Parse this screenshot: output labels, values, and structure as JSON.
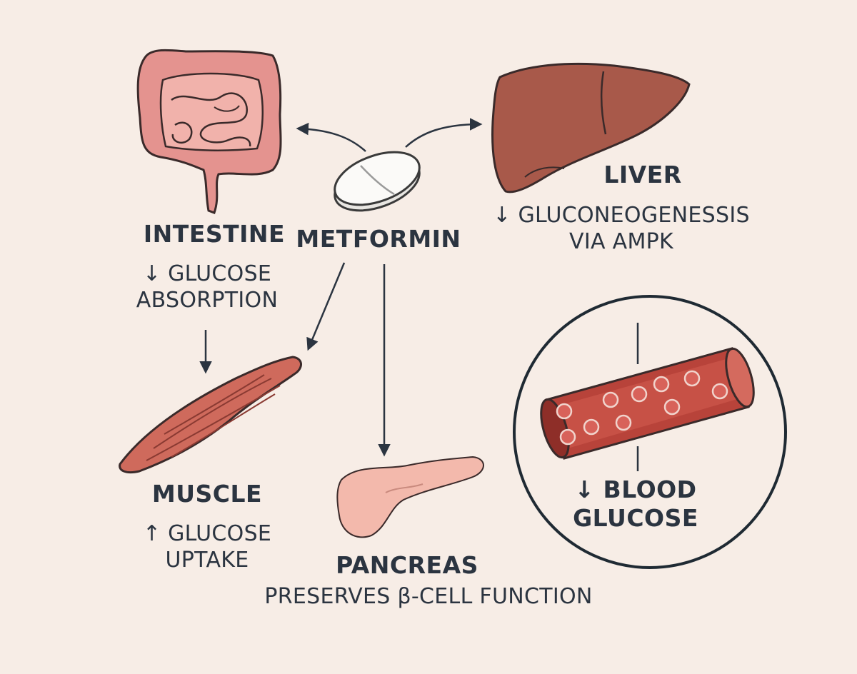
{
  "colors": {
    "background": "#f7ede6",
    "text": "#2b3440",
    "intestine": "#e4938f",
    "liver": "#a8594a",
    "muscle": "#cf6a5c",
    "pancreas": "#f3b9ac",
    "vessel": "#b8433a"
  },
  "center": {
    "title": "METFORMIN",
    "icon": "pill-icon"
  },
  "intestine": {
    "title": "INTESTINE",
    "desc_line1": "↓ GLUCOSE",
    "desc_line2": "ABSORPTION",
    "icon": "intestine-icon"
  },
  "liver": {
    "title": "LIVER",
    "desc_line1": "↓ GLUCONEOGENESSIS",
    "desc_line2": "VIA AMPK",
    "icon": "liver-icon"
  },
  "muscle": {
    "title": "MUSCLE",
    "desc_line1": "↑ GLUCOSE",
    "desc_line2": "UPTAKE",
    "icon": "muscle-icon"
  },
  "pancreas": {
    "title": "PANCREAS",
    "desc": "PRESERVES β-CELL FUNCTION",
    "icon": "pancreas-icon"
  },
  "blood": {
    "desc_line1": "↓ BLOOD",
    "desc_line2": "GLUCOSE",
    "icon": "blood-vessel-icon"
  }
}
